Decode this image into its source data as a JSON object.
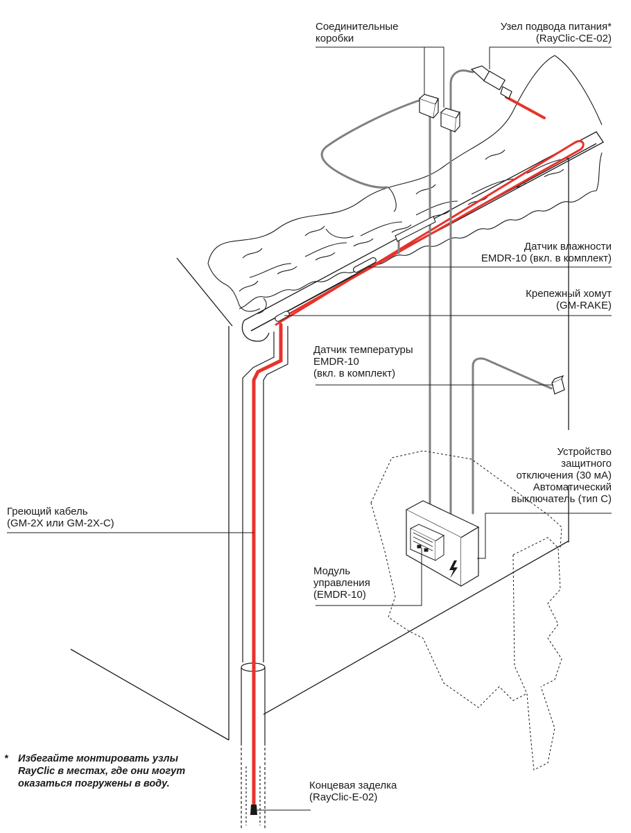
{
  "labels": {
    "junction_boxes": [
      "Соединительные",
      "коробки"
    ],
    "power_connection": [
      "Узел подвода питания*",
      "(RayClic-CE-02)"
    ],
    "moisture_sensor": [
      "Датчик влажности",
      "EMDR-10 (вкл. в комплект)"
    ],
    "fixing_clamp": [
      "Крепежный хомут",
      "(GM-RAKE)"
    ],
    "temperature_sensor": [
      "Датчик температуры",
      "EMDR-10",
      "(вкл. в комплект)"
    ],
    "rcd_breaker": [
      "Устройство",
      "защитного",
      "отключения (30 мА)",
      "Автоматический",
      "выключатель (тип С)"
    ],
    "heating_cable": [
      "Греющий кабель",
      "(GM-2X или GM-2X-C)"
    ],
    "control_module": [
      "Модуль",
      "управления",
      "(EMDR-10)"
    ],
    "end_seal": [
      "Концевая заделка",
      "(RayClic-E-02)"
    ]
  },
  "footnote": {
    "mark": "*",
    "lines": [
      "Избегайте монтировать узлы",
      "RayClic в местах, где они могут",
      "оказаться погружены в воду."
    ]
  },
  "colors": {
    "cable": "#e8322a",
    "cable_outline": "#d9534a",
    "wire": "#808080",
    "line": "#1a1a1a"
  },
  "icons": {
    "power_symbol": "lightning-bolt"
  }
}
